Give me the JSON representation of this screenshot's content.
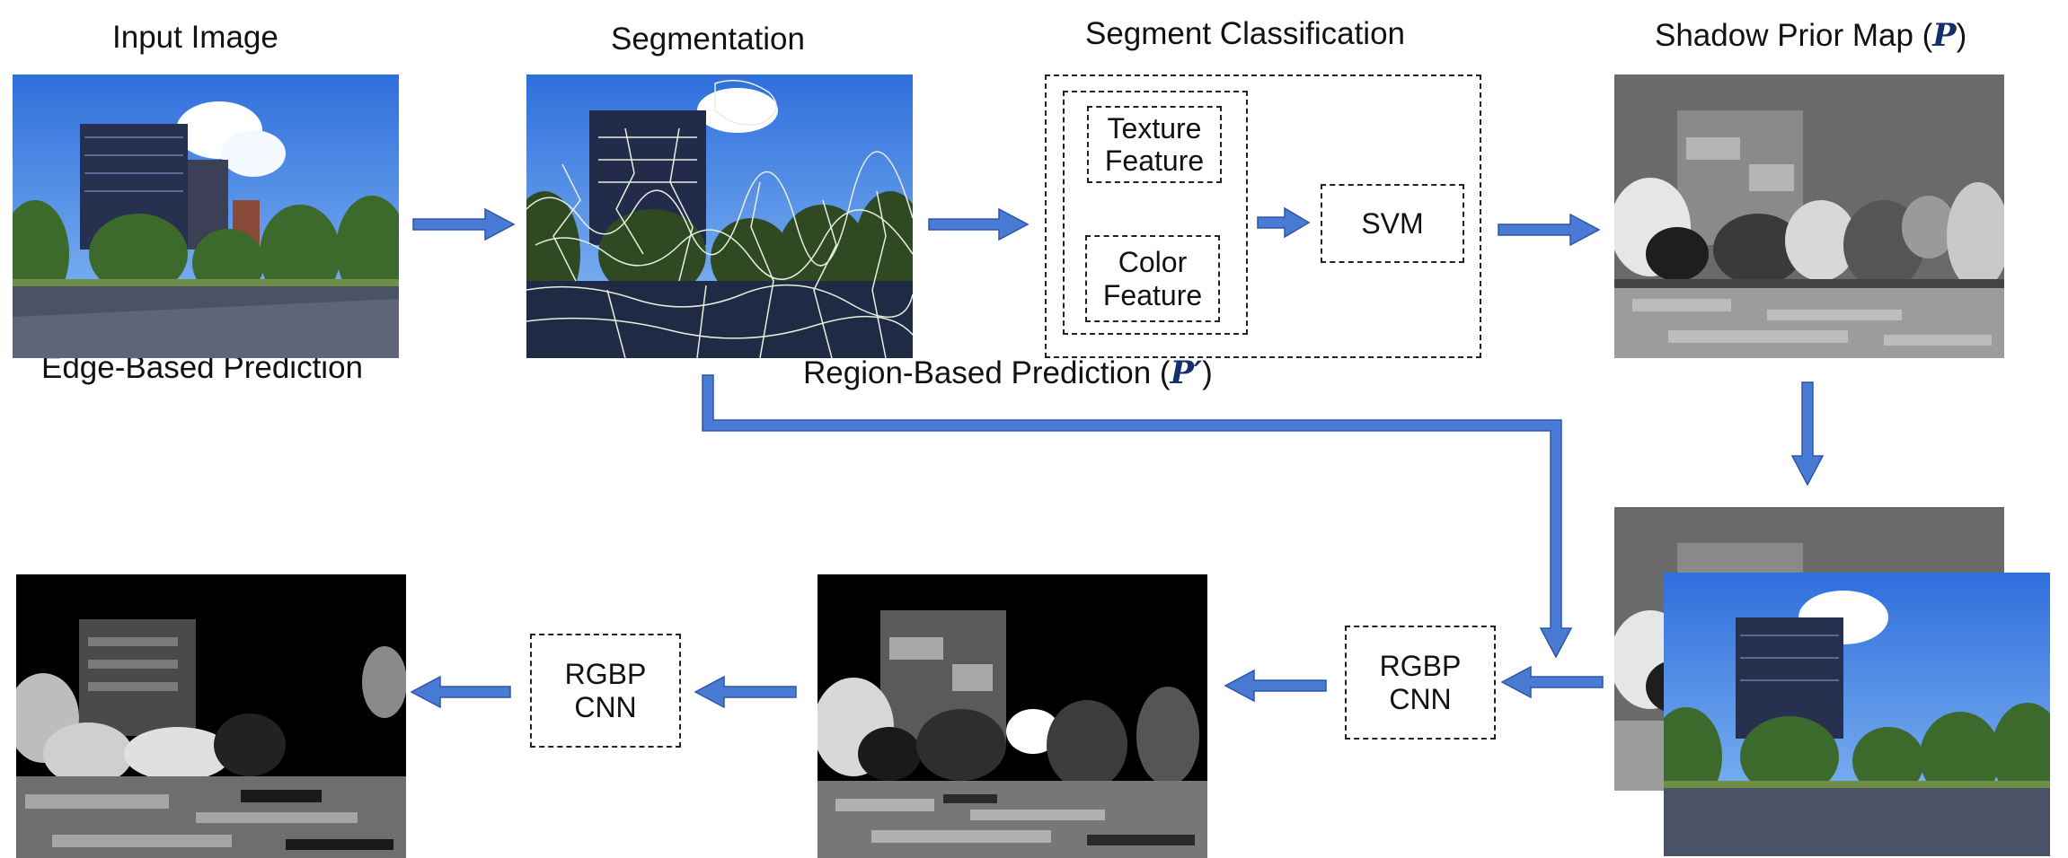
{
  "titles": {
    "input": "Input Image",
    "segmentation": "Segmentation",
    "classification": "Segment Classification",
    "shadow_prior": "Shadow Prior Map (",
    "shadow_prior_symbol": "P",
    "shadow_prior_close": ")",
    "region_pred": "Region-Based Prediction (",
    "region_pred_symbol": "P′",
    "region_pred_close": ")",
    "edge_pred": "Edge-Based Prediction"
  },
  "classifier": {
    "texture_line1": "Texture",
    "texture_line2": "Feature",
    "color_line1": "Color",
    "color_line2": "Feature",
    "svm": "SVM"
  },
  "cnn_boxes": [
    {
      "line1": "RGBP",
      "line2": "CNN"
    },
    {
      "line1": "RGBP",
      "line2": "CNN"
    }
  ],
  "colors": {
    "arrow_fill": "#4a7bd4",
    "arrow_stroke": "#2d56a6",
    "sky": "#3d7fe0",
    "building": "#2a3457",
    "tree": "#3f6b2f",
    "road": "#4a5366"
  }
}
